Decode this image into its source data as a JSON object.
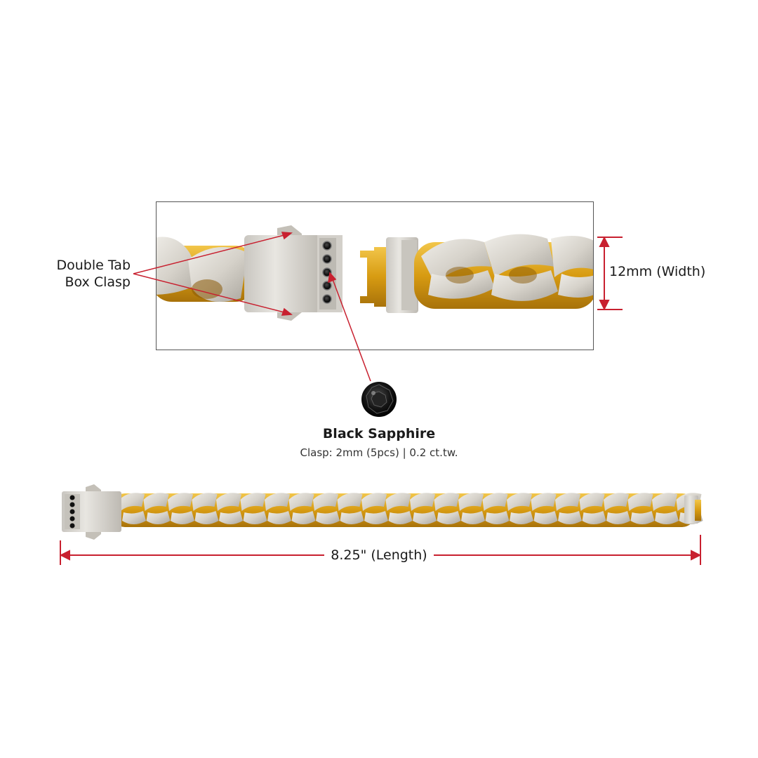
{
  "labels": {
    "clasp_line1": "Double Tab",
    "clasp_line2": "Box Clasp",
    "width": "12mm (Width)",
    "length": "8.25\" (Length)"
  },
  "gem": {
    "name": "Black Sapphire",
    "spec": "Clasp: 2mm (5pcs) | 0.2 ct.tw."
  },
  "colors": {
    "annotation": "#c8202f",
    "gold": "#d9a01e",
    "silver": "#d8d4cc",
    "gem": "#0e0e0e"
  }
}
